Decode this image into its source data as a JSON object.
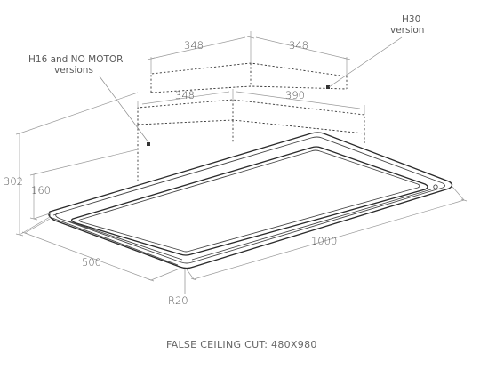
{
  "dimensions": {
    "top_width_left": "348",
    "top_width_right": "348",
    "mid_width_left": "348",
    "mid_depth_right": "390",
    "total_height": "302",
    "canopy_height": "160",
    "depth": "500",
    "length": "1000",
    "corner_radius": "R20"
  },
  "notes": {
    "h30_line1": "H30",
    "h30_line2": "version",
    "h16_line1": "H16 and NO MOTOR",
    "h16_line2": "versions"
  },
  "caption": "FALSE CEILING CUT: 480X980"
}
